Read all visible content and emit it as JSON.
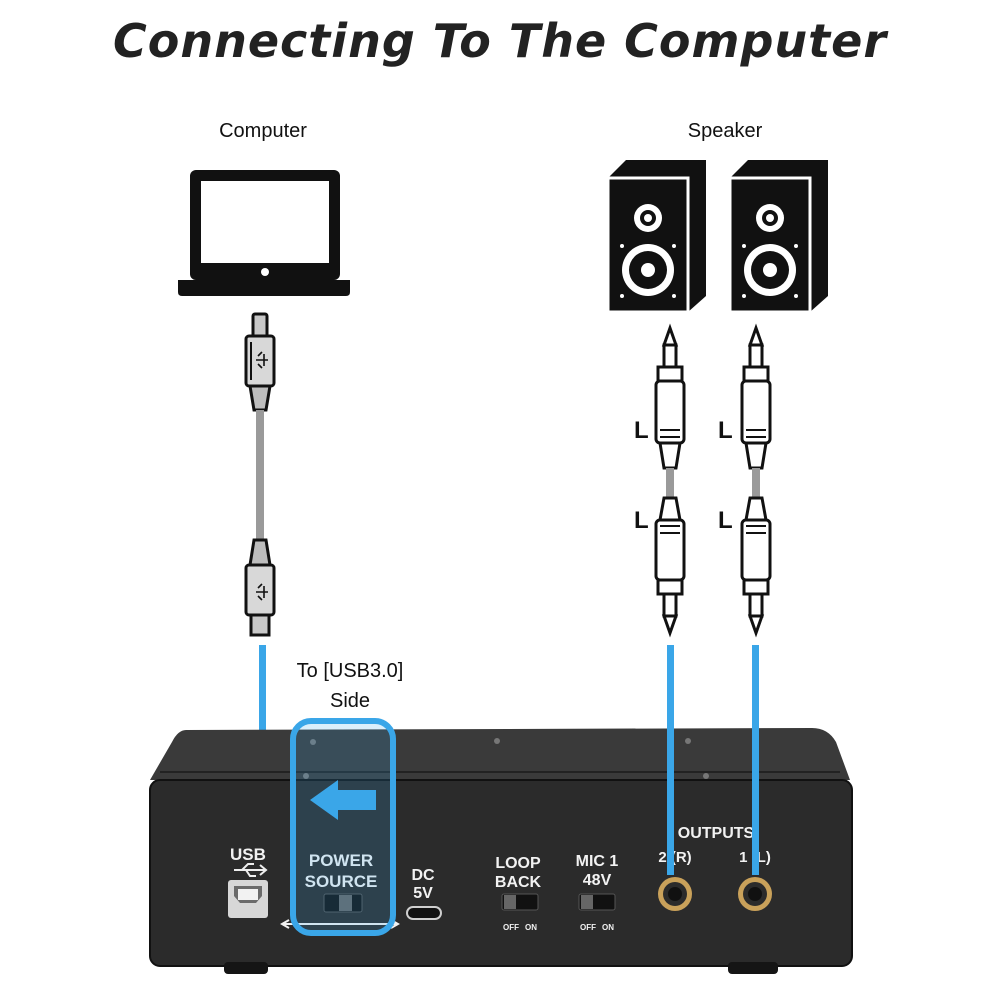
{
  "title": "Connecting To The Computer",
  "labels": {
    "computer": "Computer",
    "speaker": "Speaker",
    "usb_note_line1": "To [USB3.0]",
    "usb_note_line2": "Side"
  },
  "plugs": {
    "left_top": "L",
    "right_top": "L",
    "left_bottom": "L",
    "right_bottom": "L"
  },
  "panel": {
    "usb": "USB",
    "power_source_line1": "POWER",
    "power_source_line2": "SOURCE",
    "dc_line1": "DC",
    "dc_line2": "5V",
    "loopback_line1": "LOOP",
    "loopback_line2": "BACK",
    "mic_line1": "MIC 1",
    "mic_line2": "48V",
    "outputs": "OUTPUTS",
    "out2": "2 (R)",
    "out1": "1 (L)",
    "off": "OFF",
    "on": "ON"
  },
  "colors": {
    "highlight": "#3aa6e8",
    "device": "#2b2b2b",
    "cable": "#9a9a9a"
  }
}
